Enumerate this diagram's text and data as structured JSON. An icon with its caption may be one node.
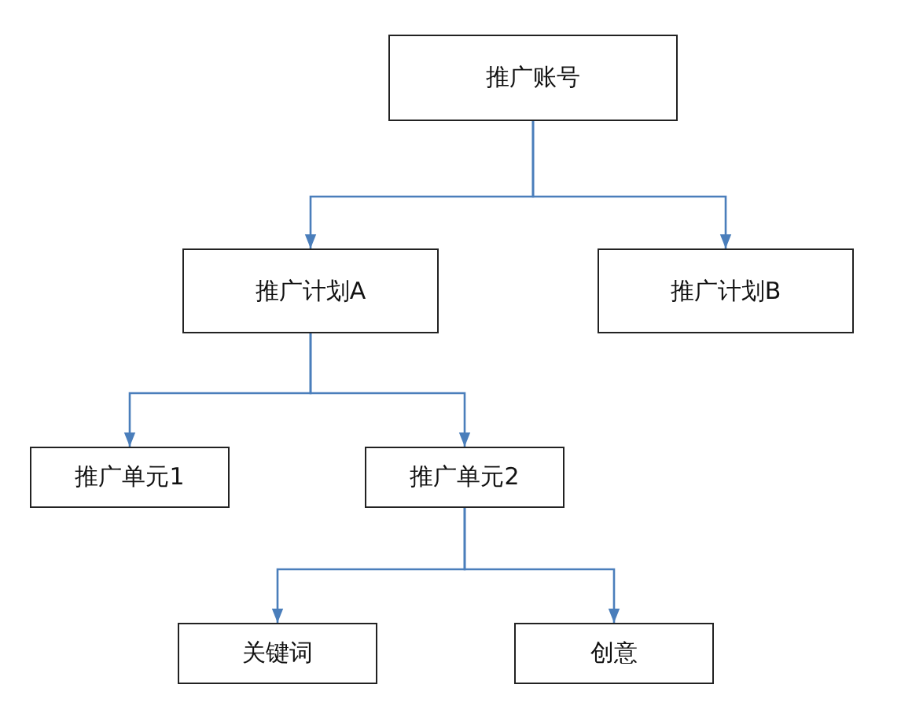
{
  "diagram": {
    "nodes": [
      {
        "text": [
          "推广账号"
        ]
      },
      {
        "text": [
          "推广计划A"
        ]
      },
      {
        "text": [
          "推广计划B"
        ]
      },
      {
        "text": [
          "推广单元1"
        ]
      },
      {
        "text": [
          "推广单元2"
        ]
      },
      {
        "text": [
          "关键词"
        ]
      },
      {
        "text": [
          "创意"
        ]
      }
    ],
    "edges": [
      {
        "from": 0,
        "to": 1,
        "arrow": "to"
      },
      {
        "from": 0,
        "to": 2,
        "arrow": "to"
      },
      {
        "from": 1,
        "to": 3,
        "arrow": "to"
      },
      {
        "from": 1,
        "to": 4,
        "arrow": "to"
      },
      {
        "from": 4,
        "to": 5,
        "arrow": "to"
      },
      {
        "from": 4,
        "to": 6,
        "arrow": "to"
      }
    ]
  }
}
